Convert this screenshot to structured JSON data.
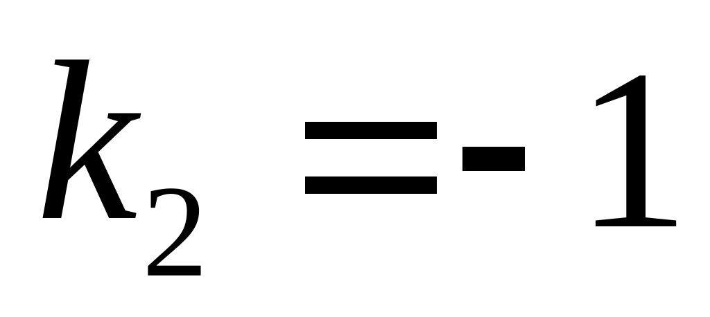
{
  "equation": {
    "variable": "k",
    "subscript": "2",
    "equals": "=",
    "minus": "-",
    "value": "1"
  },
  "colors": {
    "text": "#000000",
    "background": "#ffffff"
  }
}
